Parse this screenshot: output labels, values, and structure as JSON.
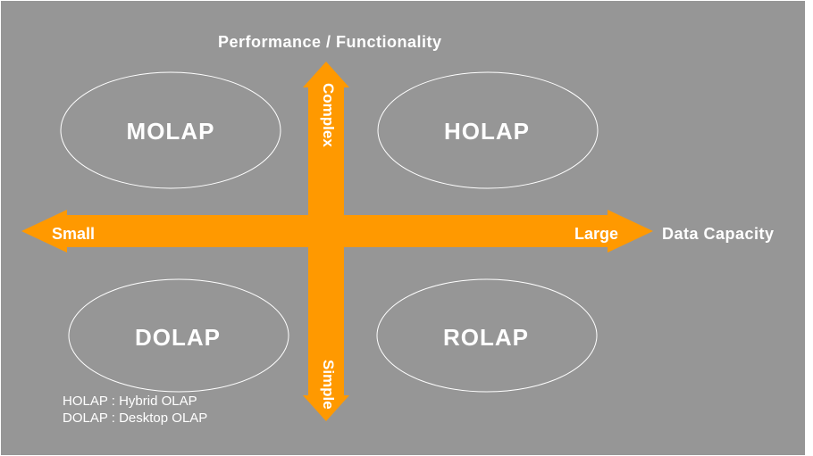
{
  "title": "Performance / Functionality",
  "axis_x_title": "Data Capacity",
  "arrow_left_label": "Small",
  "arrow_right_label": "Large",
  "arrow_up_label": "Complex",
  "arrow_down_label": "Simple",
  "quadrants": {
    "top_left": "MOLAP",
    "top_right": "HOLAP",
    "bottom_left": "DOLAP",
    "bottom_right": "ROLAP"
  },
  "legend": [
    "HOLAP : Hybrid OLAP",
    "DOLAP : Desktop OLAP"
  ],
  "colors": {
    "background": "#969696",
    "arrow": "#FF9900",
    "text": "#FFFFFF"
  }
}
